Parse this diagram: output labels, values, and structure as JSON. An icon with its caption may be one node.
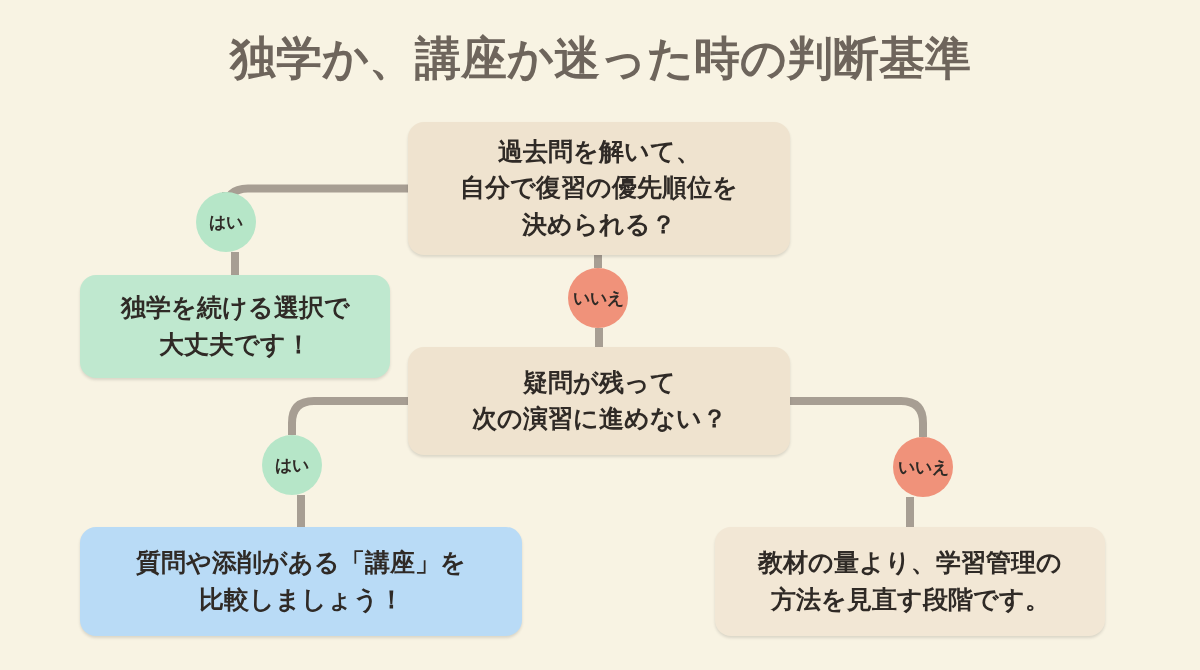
{
  "diagram": {
    "title": "独学か、講座か迷った時の判断基準",
    "nodes": [
      {
        "text": [
          "過去問を解いて、自分で復習の優先順位を決められる？"
        ]
      },
      {
        "text": [
          "はい"
        ]
      },
      {
        "text": [
          "独学を続ける選択で大丈夫です！"
        ]
      },
      {
        "text": [
          "いいえ"
        ]
      },
      {
        "text": [
          "疑問が残って次の演習に進めない？"
        ]
      },
      {
        "text": [
          "はい"
        ]
      },
      {
        "text": [
          "質問や添削がある「講座」を比較しましょう！"
        ]
      },
      {
        "text": [
          "いいえ"
        ]
      },
      {
        "text": [
          "教材の量より、学習管理の方法を見直す段階です。"
        ]
      }
    ],
    "edges": [
      {
        "from": 0,
        "to": 1,
        "arrow": "none"
      },
      {
        "from": 1,
        "to": 2,
        "arrow": "none"
      },
      {
        "from": 0,
        "to": 3,
        "arrow": "none"
      },
      {
        "from": 3,
        "to": 4,
        "arrow": "none"
      },
      {
        "from": 4,
        "to": 5,
        "arrow": "none"
      },
      {
        "from": 5,
        "to": 6,
        "arrow": "none"
      },
      {
        "from": 4,
        "to": 7,
        "arrow": "none"
      },
      {
        "from": 7,
        "to": 8,
        "arrow": "none"
      }
    ]
  }
}
